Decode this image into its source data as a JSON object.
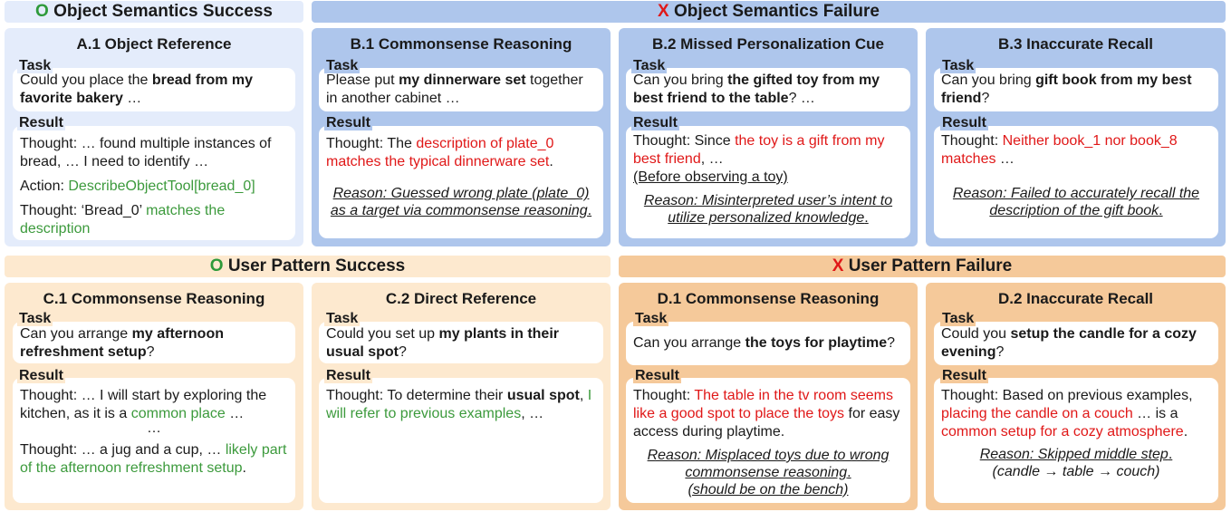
{
  "banners": {
    "obj_success": {
      "mark": "O",
      "text": "Object Semantics Success"
    },
    "obj_failure": {
      "mark": "X",
      "text": "Object Semantics Failure"
    },
    "user_success": {
      "mark": "O",
      "text": "User Pattern Success"
    },
    "user_failure": {
      "mark": "X",
      "text": "User Pattern Failure"
    }
  },
  "labels": {
    "task": "Task",
    "result": "Result"
  },
  "a1": {
    "title": "A.1   Object Reference",
    "task": [
      "Could you place the ",
      "bread from my favorite bakery",
      " …"
    ],
    "r1": [
      "Thought",
      ": … found multiple instances of bread, … I need to identify …"
    ],
    "r2": [
      "Action",
      ": ",
      "DescribeObjectTool[bread_0]"
    ],
    "r3": [
      "Thought",
      ": ‘Bread_0’ ",
      "matches the description"
    ]
  },
  "b1": {
    "title": "B.1   Commonsense Reasoning",
    "task": [
      "Please put ",
      "my dinnerware set",
      " together in another cabinet …"
    ],
    "r1": [
      "Thought",
      ": The ",
      "description of plate_0 matches the typical dinnerware set",
      "."
    ],
    "reason": [
      "Reason: Guessed wrong plate (plate_0) as a target via commonsense reasoning",
      "."
    ]
  },
  "b2": {
    "title": "B.2   Missed Personalization Cue",
    "task": [
      "Can you bring ",
      "the gifted toy from my best friend to the table",
      "? …"
    ],
    "r1": [
      "Thought",
      ": Since ",
      "the toy is a gift from my best friend",
      ", …"
    ],
    "r2": "(Before observing a toy)",
    "reason": [
      "Reason: Misinterpreted user’s intent to utilize personalized knowledge",
      "."
    ]
  },
  "b3": {
    "title": "B.3   Inaccurate Recall",
    "task": [
      "Can you bring ",
      "gift book from my best friend",
      "?"
    ],
    "r1": [
      "Thought",
      ": ",
      "Neither book_1 nor book_8 matches",
      " …"
    ],
    "reason": [
      "Reason: Failed to accurately recall the description of the gift book",
      "."
    ]
  },
  "c1": {
    "title": "C.1   Commonsense Reasoning",
    "task": [
      "Can you arrange ",
      "my afternoon refreshment setup",
      "?"
    ],
    "r1": [
      "Thought",
      ": … I will start by exploring the kitchen, as it is a ",
      "common place",
      " …"
    ],
    "dots": "…",
    "r2": [
      "Thought",
      ": … a jug and a cup, … ",
      "likely part of the afternoon refreshment setup",
      "."
    ]
  },
  "c2": {
    "title": "C.2   Direct Reference",
    "task": [
      "Could you set up ",
      "my plants in their usual spot",
      "?"
    ],
    "r1": [
      "Thought",
      ": To determine their ",
      "usual spot",
      ", ",
      "I will refer to previous examples",
      ", …"
    ]
  },
  "d1": {
    "title": "D.1 Commonsense Reasoning",
    "task": [
      "Can you arrange ",
      "the toys for playtime",
      "?"
    ],
    "r1": [
      "Thought",
      ": ",
      "The table in the tv room seems like a good spot to place the toys",
      " for easy access during playtime."
    ],
    "reason1": [
      "Reason: Misplaced toys due to wrong commonsense reasoning",
      "."
    ],
    "reason2": "(should be on the bench)"
  },
  "d2": {
    "title": "D.2   Inaccurate Recall",
    "task": [
      "Could you ",
      "setup the candle for a cozy evening",
      "?"
    ],
    "r1": [
      "Thought",
      ": Based on previous examples, ",
      "placing the candle on a couch",
      " … is a ",
      "common setup for a cozy atmosphere",
      "."
    ],
    "reason1": [
      "Reason: Skipped middle step",
      "."
    ],
    "reason2": "(candle → table → couch)"
  },
  "colors": {
    "blue_light": "#e4ecfb",
    "blue": "#aec6ec",
    "peach_light": "#fde9cf",
    "peach": "#f5c99a",
    "success": "#2e9a3a",
    "failure": "#e01818"
  }
}
